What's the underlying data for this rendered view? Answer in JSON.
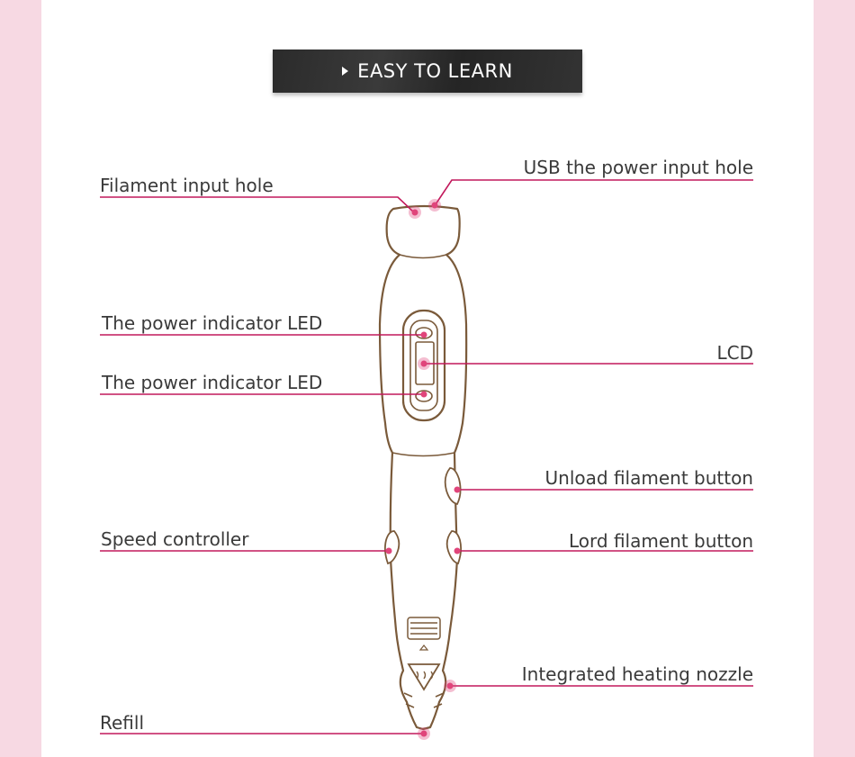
{
  "banner": {
    "title": "EASY TO LEARN"
  },
  "labels": {
    "filament_input_hole": "Filament input hole",
    "usb_power_input_hole": "USB the power input hole",
    "power_led_1": "The power indicator LED",
    "lcd": "LCD",
    "power_led_2": "The power indicator LED",
    "unload_button": "Unload filament button",
    "speed_controller": "Speed controller",
    "load_button": "Lord filament button",
    "heating_nozzle": "Integrated heating nozzle",
    "refill": "Refill"
  },
  "colors": {
    "background": "#f7d9e3",
    "panel": "#ffffff",
    "leader_line": "#c2185b",
    "dot": "#e0457b",
    "pen_outline": "#7a5a3a"
  }
}
